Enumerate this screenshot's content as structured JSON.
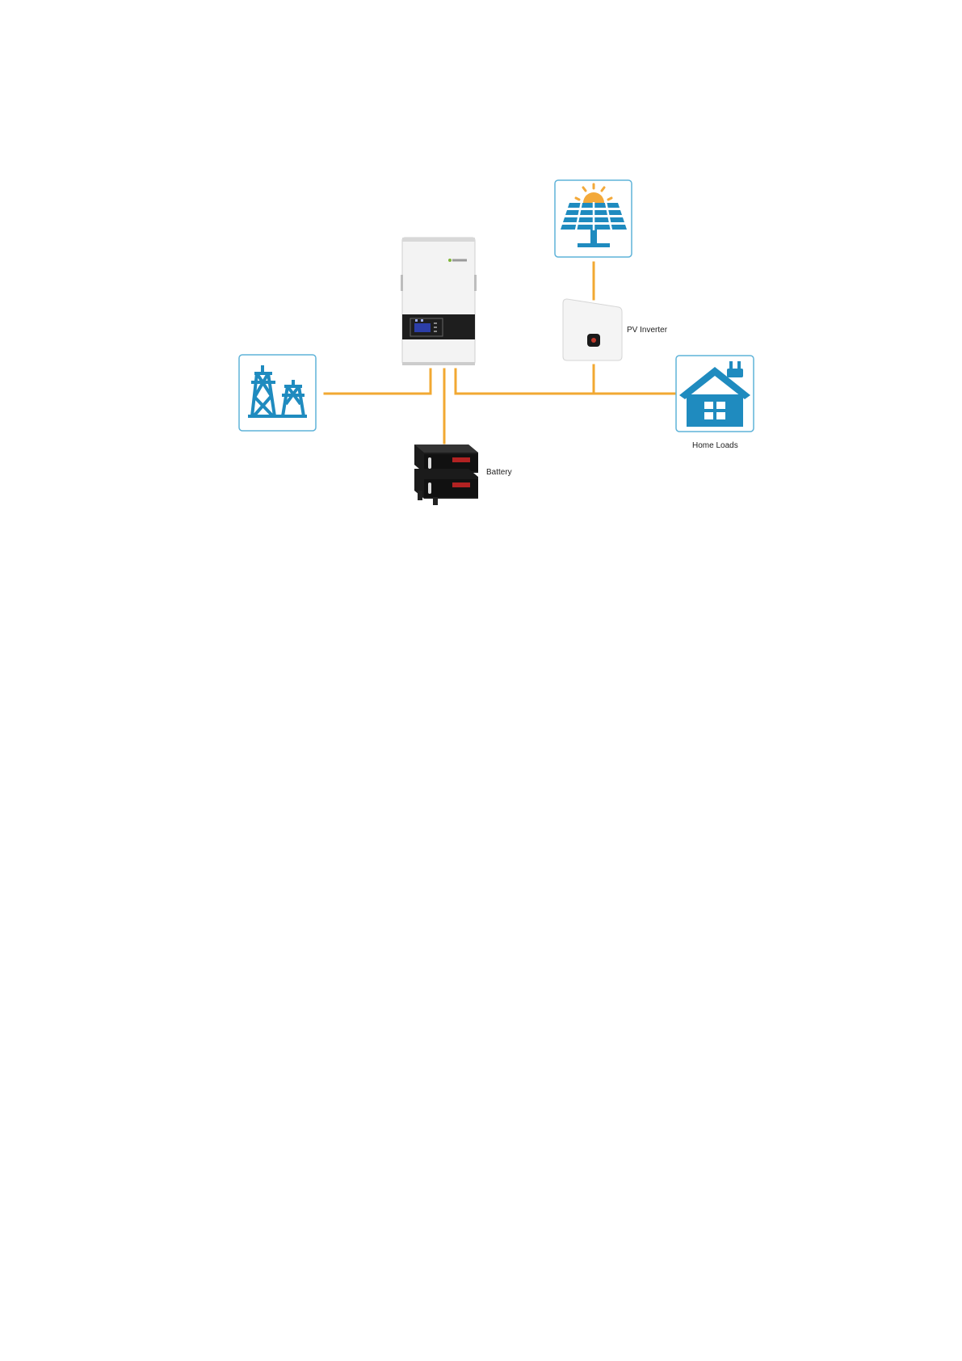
{
  "labels": {
    "pv_inverter": "PV Inverter",
    "home_loads": "Home Loads",
    "battery": "Battery"
  },
  "colors": {
    "wire": "#F2A832",
    "icon_blue": "#1F8BBF",
    "icon_border": "#5FB3D9",
    "sun": "#F3A93A"
  },
  "icons": [
    "power-grid-icon",
    "solar-panel-icon",
    "home-plug-icon"
  ]
}
